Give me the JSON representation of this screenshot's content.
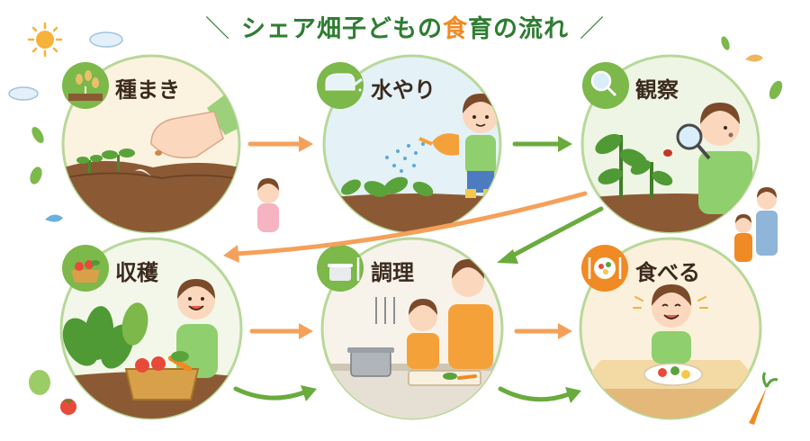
{
  "title": {
    "part1": "シェア畑子どもの",
    "accent1": "食",
    "part2": "育",
    "part3": "の流れ",
    "slash_left": "＼",
    "slash_right": "／"
  },
  "steps": [
    {
      "label": "種まき"
    },
    {
      "label": "水やり"
    },
    {
      "label": "観察"
    },
    {
      "label": "収穫"
    },
    {
      "label": "調理"
    },
    {
      "label": "食べる"
    }
  ],
  "colors": {
    "title_green": "#2f7d32",
    "accent_orange": "#f08a24",
    "arrow_green": "#6aab3d",
    "circle_border": "#b8d89a",
    "badge_green": "#7cb84a",
    "soil": "#8b5a34",
    "plant": "#5aa33a"
  }
}
